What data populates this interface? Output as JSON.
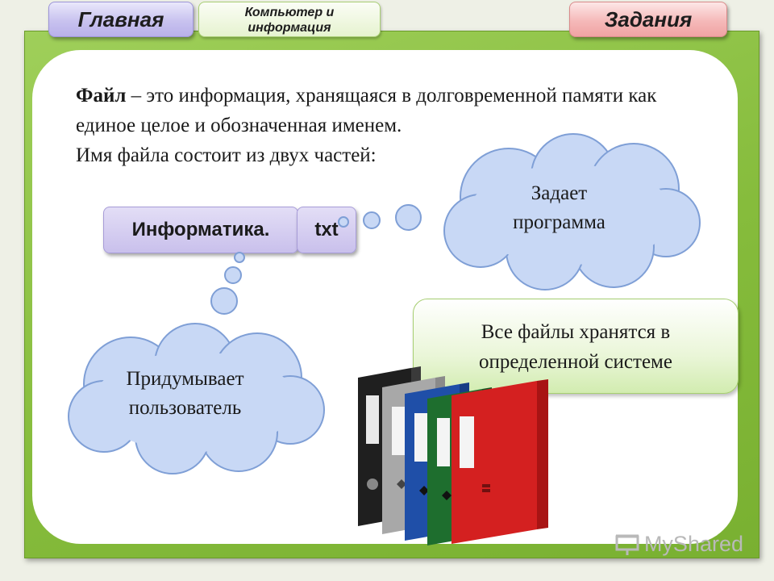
{
  "nav": {
    "home_label": "Главная",
    "topic_line1": "Компьютер и",
    "topic_line2": "информация",
    "tasks_label": "Задания"
  },
  "content": {
    "term": "Файл",
    "definition": " – это информация, хранящаяся в долговременной памяти как единое целое и обозначенная именем.",
    "parts_intro": "Имя файла состоит из двух частей:"
  },
  "filename": {
    "name_part": "Информатика.",
    "ext_part": "txt"
  },
  "clouds": {
    "program_line1": "Задает",
    "program_line2": "программа",
    "user_line1": "Придумывает",
    "user_line2": "пользователь"
  },
  "callout": {
    "line1": "Все файлы хранятся в",
    "line2": "определенной системе"
  },
  "watermark": {
    "text": "MyShared"
  },
  "colors": {
    "frame_green": "#86bc3c",
    "cloud_fill": "#c8d8f5",
    "cloud_stroke": "#7f9fd6",
    "home_button": "#c8c2ef",
    "tasks_button": "#f5b9b9"
  },
  "icons": {
    "binders_image": "folder-binders-image",
    "watermark_icon": "presentation-icon"
  }
}
